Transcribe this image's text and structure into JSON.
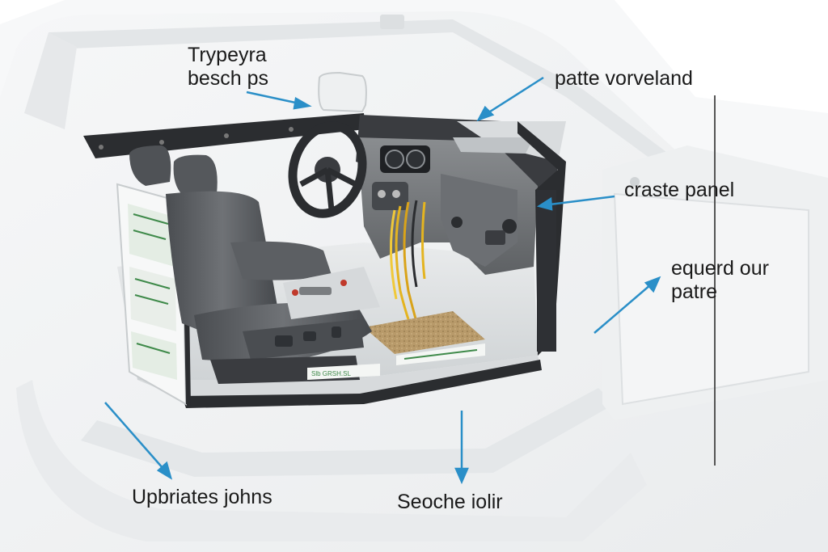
{
  "labels": {
    "top_left": {
      "line1": "Trypeyra",
      "line2": "besch ps"
    },
    "top_right": "patte vorveland",
    "right_upper": "craste panel",
    "right_middle": {
      "line1": "equerd our",
      "line2": "patre"
    },
    "bottom_left": "Upbriates johns",
    "bottom_center": "Seoche iolir"
  },
  "placard_text": "Slb GRSH.SL",
  "colors": {
    "arrow": "#2a8fc8",
    "leader_line": "#555555",
    "body_white": "#eef0f1",
    "seat_gray": "#5c5f63",
    "dash_gray": "#7a7d80",
    "frame_black": "#2b2d30",
    "wire_yellow": "#e4b420",
    "mat_tan": "#b89a6a"
  }
}
